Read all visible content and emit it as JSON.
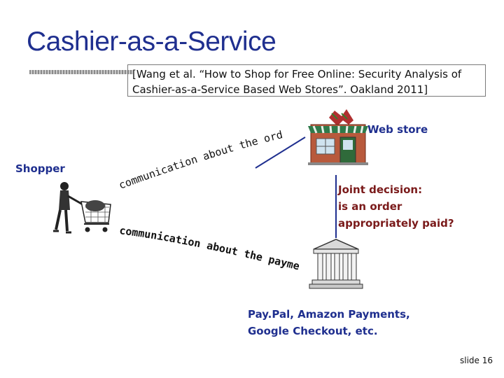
{
  "slide": {
    "title": "Cashier-as-a-Service",
    "citation_line1": "[Wang et al.  “How to Shop for Free Online: Security Analysis of",
    "citation_line2": "Cashier-as-a-Service Based Web Stores”. Oakland 2011]",
    "slide_number": "slide 16"
  },
  "diagram": {
    "shopper_label": "Shopper",
    "webstore_label": "Web store",
    "joint_line1": "Joint decision:",
    "joint_line2": "is an order",
    "joint_line3": "appropriately paid?",
    "payment_line1": "Pay.Pal, Amazon Payments,",
    "payment_line2": "Google Checkout, etc.",
    "order_comm_text": "communication about the order",
    "payment_comm_text": "communication about the payment"
  }
}
